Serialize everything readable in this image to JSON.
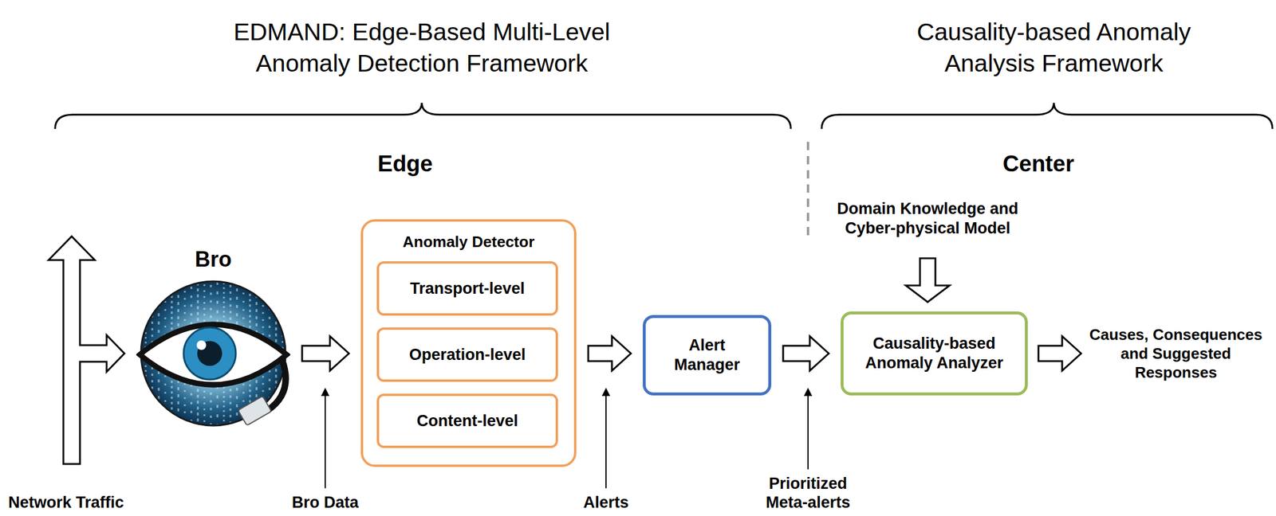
{
  "diagram": {
    "nodes": [
      {
        "text": [
          "Bro"
        ]
      },
      {
        "text": [
          "Anomaly Detector"
        ]
      },
      {
        "text": [
          "Transport-level"
        ],
        "in": 1
      },
      {
        "text": [
          "Operation-level"
        ],
        "in": 1
      },
      {
        "text": [
          "Content-level"
        ],
        "in": 1
      },
      {
        "text": [
          "Alert Manager"
        ]
      },
      {
        "text": [
          "Causality-based Anomaly Analyzer"
        ]
      }
    ],
    "edges": [
      {
        "from": 0,
        "to": 1,
        "arrow": "to"
      },
      {
        "from": 1,
        "to": 5,
        "arrow": "to"
      },
      {
        "from": 5,
        "to": 6,
        "arrow": "to"
      }
    ],
    "labels": [
      "EDMAND: Edge-Based Multi-Level Anomaly Detection Framework",
      "Causality-based Anomaly Analysis Framework",
      "Edge",
      "Center",
      "Domain Knowledge and Cyber-physical Model",
      "Causes, Consequences and Suggested Responses",
      "Network Traffic",
      "Bro Data",
      "Alerts",
      "Prioritized Meta-alerts"
    ]
  }
}
